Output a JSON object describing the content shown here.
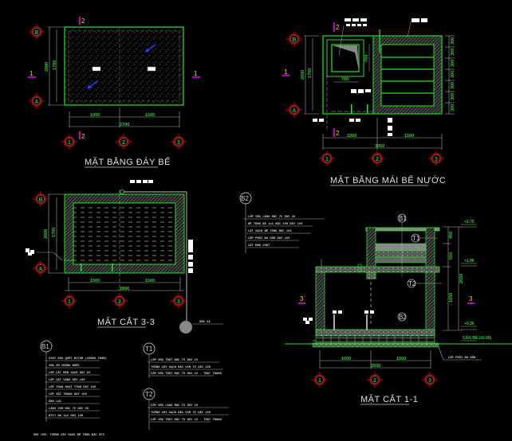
{
  "drawings": {
    "floor_plan": {
      "title": "MẶT BẰNG ĐÁY BỂ",
      "dims": {
        "d1": "1050",
        "d2": "1500",
        "total": "2700",
        "left_total": "2000",
        "left_inner": "1700"
      }
    },
    "roof_plan": {
      "title": "MẶT BẰNG MÁI BỂ NƯỚC",
      "dims": {
        "d1": "1050",
        "d2": "1500",
        "total": "3060",
        "left_total": "2000",
        "left_inner": "1700",
        "hatch_w": "700",
        "hatch_h": "700"
      },
      "right_dims": [
        "300",
        "300",
        "300",
        "300",
        "300",
        "300",
        "300"
      ]
    },
    "section_33": {
      "title": "MẶT CẮT 3-3",
      "dims": {
        "d1": "1500",
        "d2": "1500",
        "total": "2800",
        "left_total": "2000",
        "left_inner": "1700"
      },
      "pipe_label": "ỐNG XẢ"
    },
    "section_11": {
      "title": "MẶT CẮT 1-1",
      "dims": {
        "d1": "1050",
        "d2": "1500",
        "total": "2550",
        "height": "2650",
        "h1": "450",
        "h2": "550",
        "h3": "1650"
      },
      "levels": [
        "+2.75",
        "+1.96",
        "+0.36",
        "CÁN BỂ (±0.00)"
      ],
      "tags": [
        "B1",
        "T1",
        "T2",
        "B2"
      ],
      "footing_label": "CẤP PHỐI ĐÁ DĂM"
    }
  },
  "grid": {
    "rows": [
      "B",
      "A"
    ],
    "cols": [
      "1",
      "2",
      "3"
    ],
    "section_marks": [
      "1",
      "2",
      "3"
    ]
  },
  "legends": {
    "B1": {
      "tag": "B1",
      "lines": [
        "GIẤY DẦU QUÉT BITUM (CHỐNG THẤM)",
        "VỮA XM CHỐNG NƯỚC",
        "LỚP CÁT ĐEN SẠCH DÀY 50",
        "LỚP CÁT VÀNG DÀY 100",
        "LỚP THAN HOẠT TÍNH DÀY 100",
        "LỚP SỎI TRẮNG DÀY 100",
        "ỐNG LỌC",
        "LÁNG VXM MÁC 75 DÀY 20",
        "BTCT ĐÁ 1x2 DÀY 100"
      ]
    },
    "B2": {
      "tag": "B2",
      "lines": [
        "LỚP VỮA LÁNG MÁC 75 DÀY 20",
        "BÊ TÔNG ĐÁ 1x2 MÁC 200 DÀY 100",
        "LÁT GẠCH BÊ TÔNG MÁC 150",
        "CẤP PHỐI ĐÁ DĂM DÀY 100",
        "CÁT ĐẦM CHẶT"
      ]
    },
    "T1": {
      "tag": "T1",
      "lines": [
        "LỚP VỮA TRÁT MÁC 75 DÀY 15",
        "TƯỜNG XÂY GẠCH ĐẶC VXM 75 DÀY 220",
        "LỚP VỮA TRÁT MÁC 75 DÀY 15 - TRÁT TRONG"
      ]
    },
    "T2": {
      "tag": "T2",
      "lines": [
        "LỚP VỮA LÁNG MÁC 75 DÀY 20",
        "TƯỜNG XÂY GẠCH ĐẶC VXM 75 DÀY 220",
        "LỚP VỮA TRÁT MÁC 75 DÀY 15 - TRÁT TRONG"
      ]
    }
  },
  "note": "GHI CHÚ: TƯỜNG XÂY GẠCH BÊ TÔNG ĐẶC M75",
  "colors": {
    "background": "#000000",
    "outline": "#1ee81e",
    "grid_bubble": "#cc0000",
    "dim_text": "#2bd12b",
    "section_mark": "#ff00ff",
    "label": "#ffd700"
  }
}
